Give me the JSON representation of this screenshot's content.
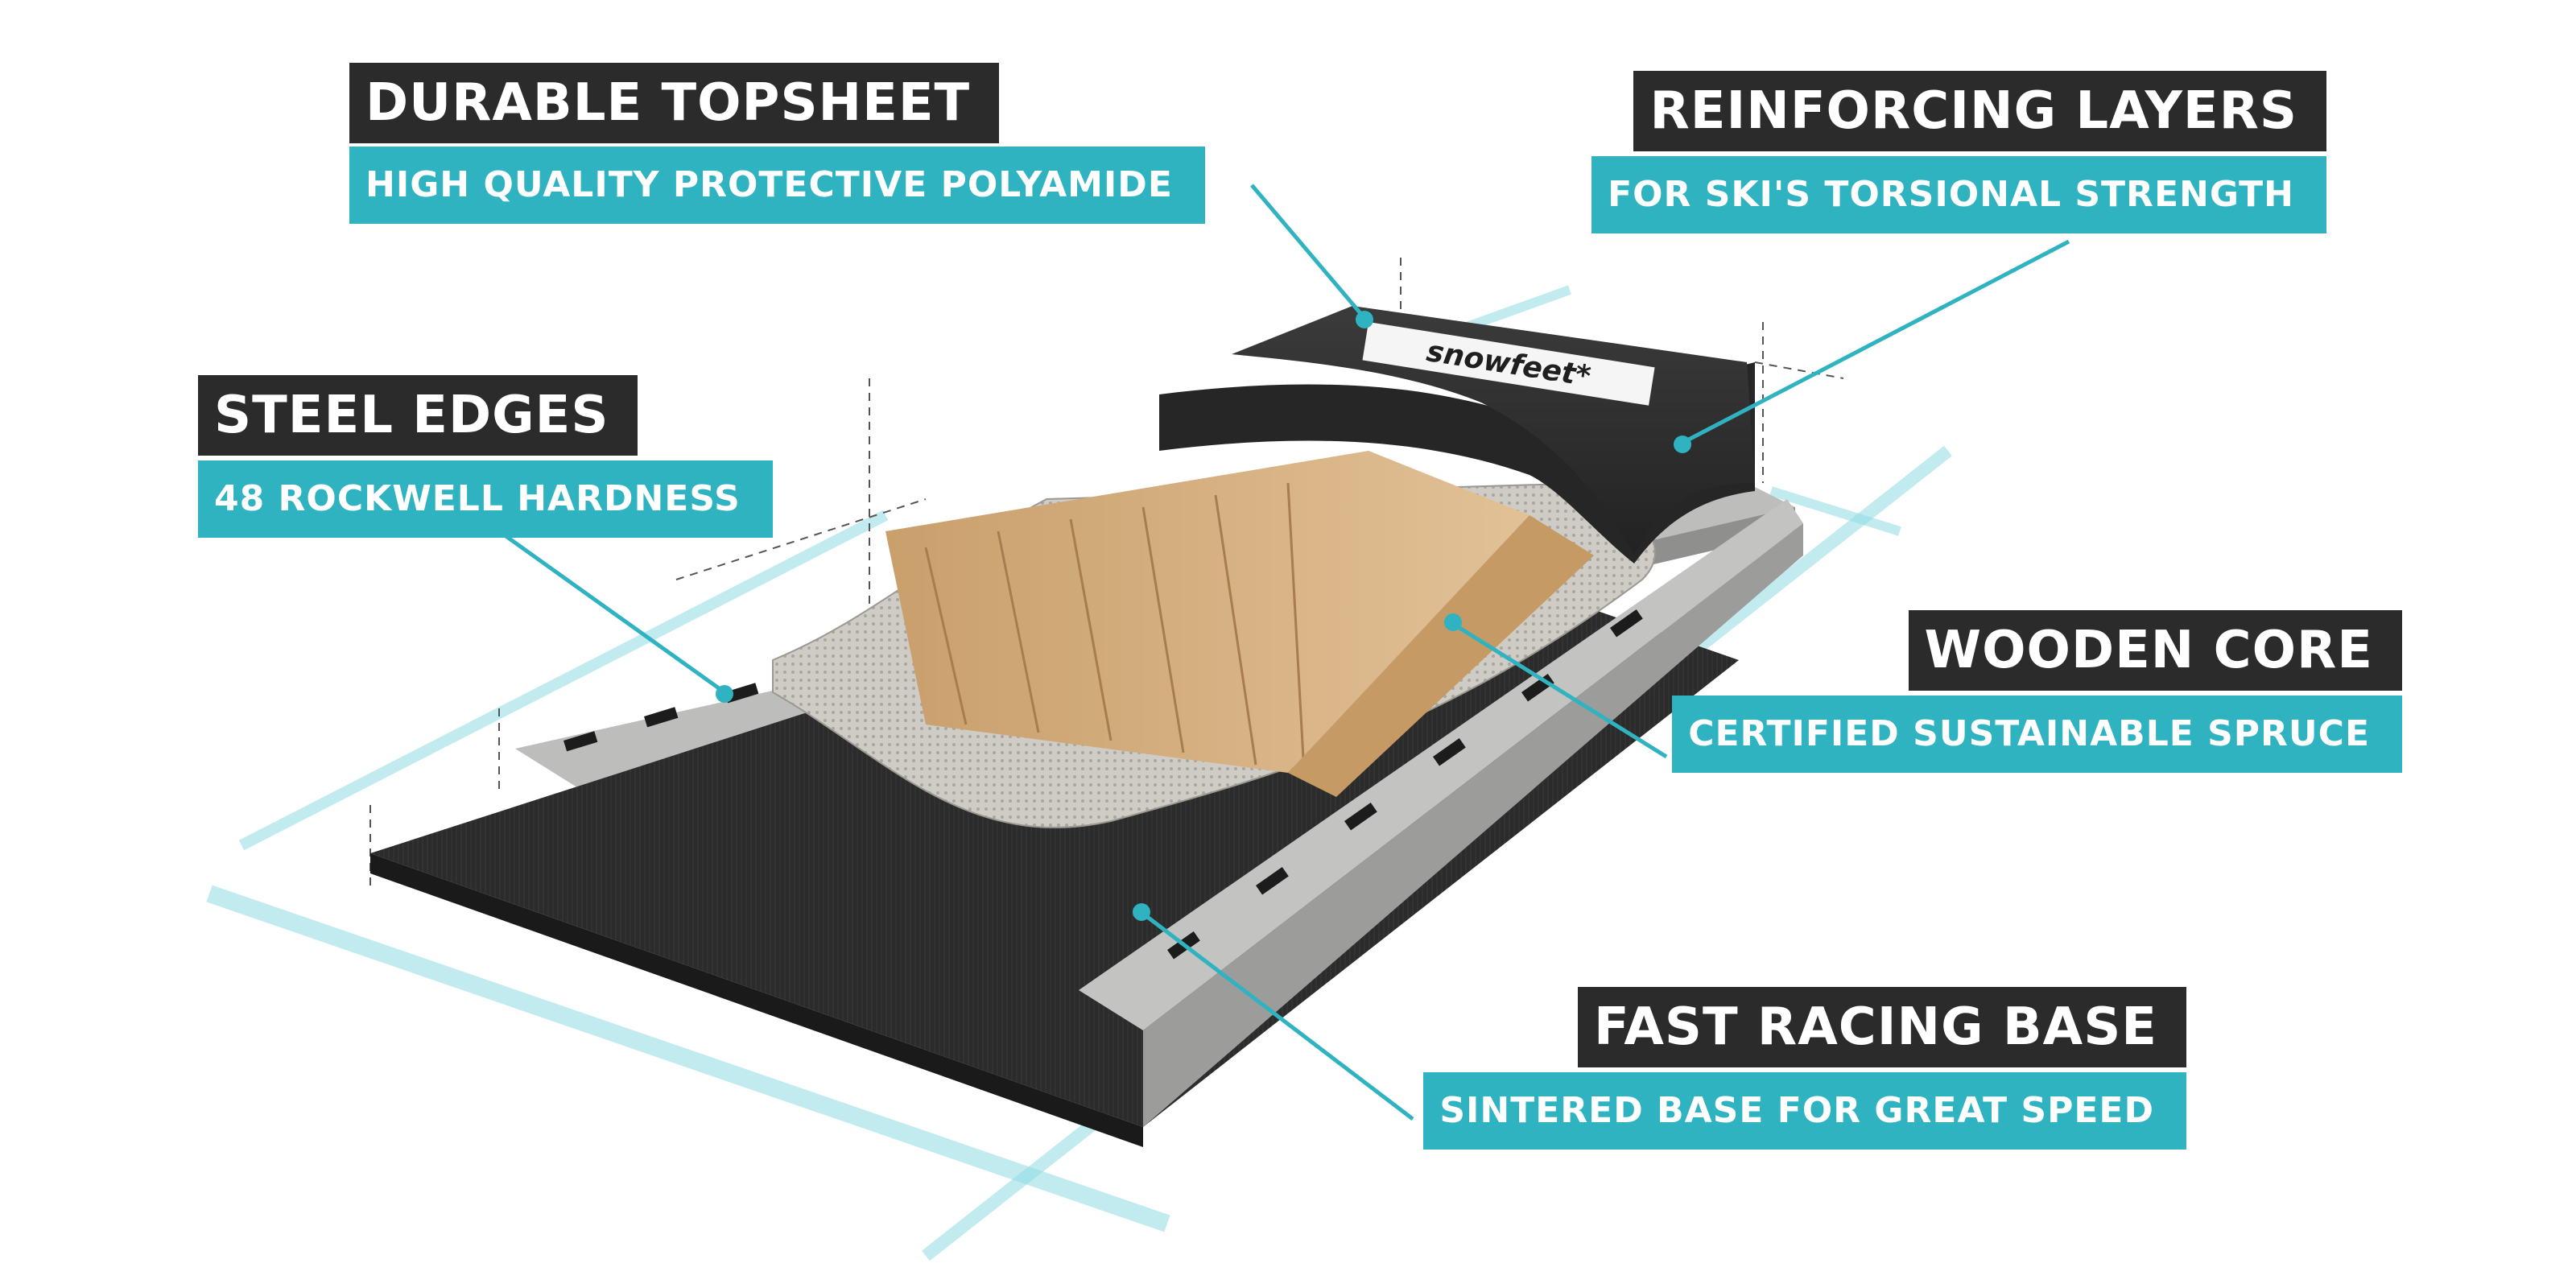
{
  "brand": {
    "logo_text": "snowfeet*"
  },
  "colors": {
    "accent_teal": "#2fb3c1",
    "label_dark": "#2b2b2b",
    "wood": "#d8b487",
    "mesh": "#c9c5bf",
    "topsheet": "#2d2d2d",
    "base": "#2a2a2a",
    "steel": "#b9b9b7"
  },
  "callouts": {
    "topsheet": {
      "title": "DURABLE TOPSHEET",
      "subtitle": "HIGH QUALITY PROTECTIVE POLYAMIDE"
    },
    "reinforcing": {
      "title": "REINFORCING LAYERS",
      "subtitle": "FOR SKI'S TORSIONAL STRENGTH"
    },
    "edges": {
      "title": "STEEL EDGES",
      "subtitle": "48 ROCKWELL HARDNESS"
    },
    "core": {
      "title": "WOODEN CORE",
      "subtitle": "CERTIFIED SUSTAINABLE SPRUCE"
    },
    "base": {
      "title": "FAST RACING BASE",
      "subtitle": "SINTERED BASE FOR GREAT SPEED"
    }
  }
}
